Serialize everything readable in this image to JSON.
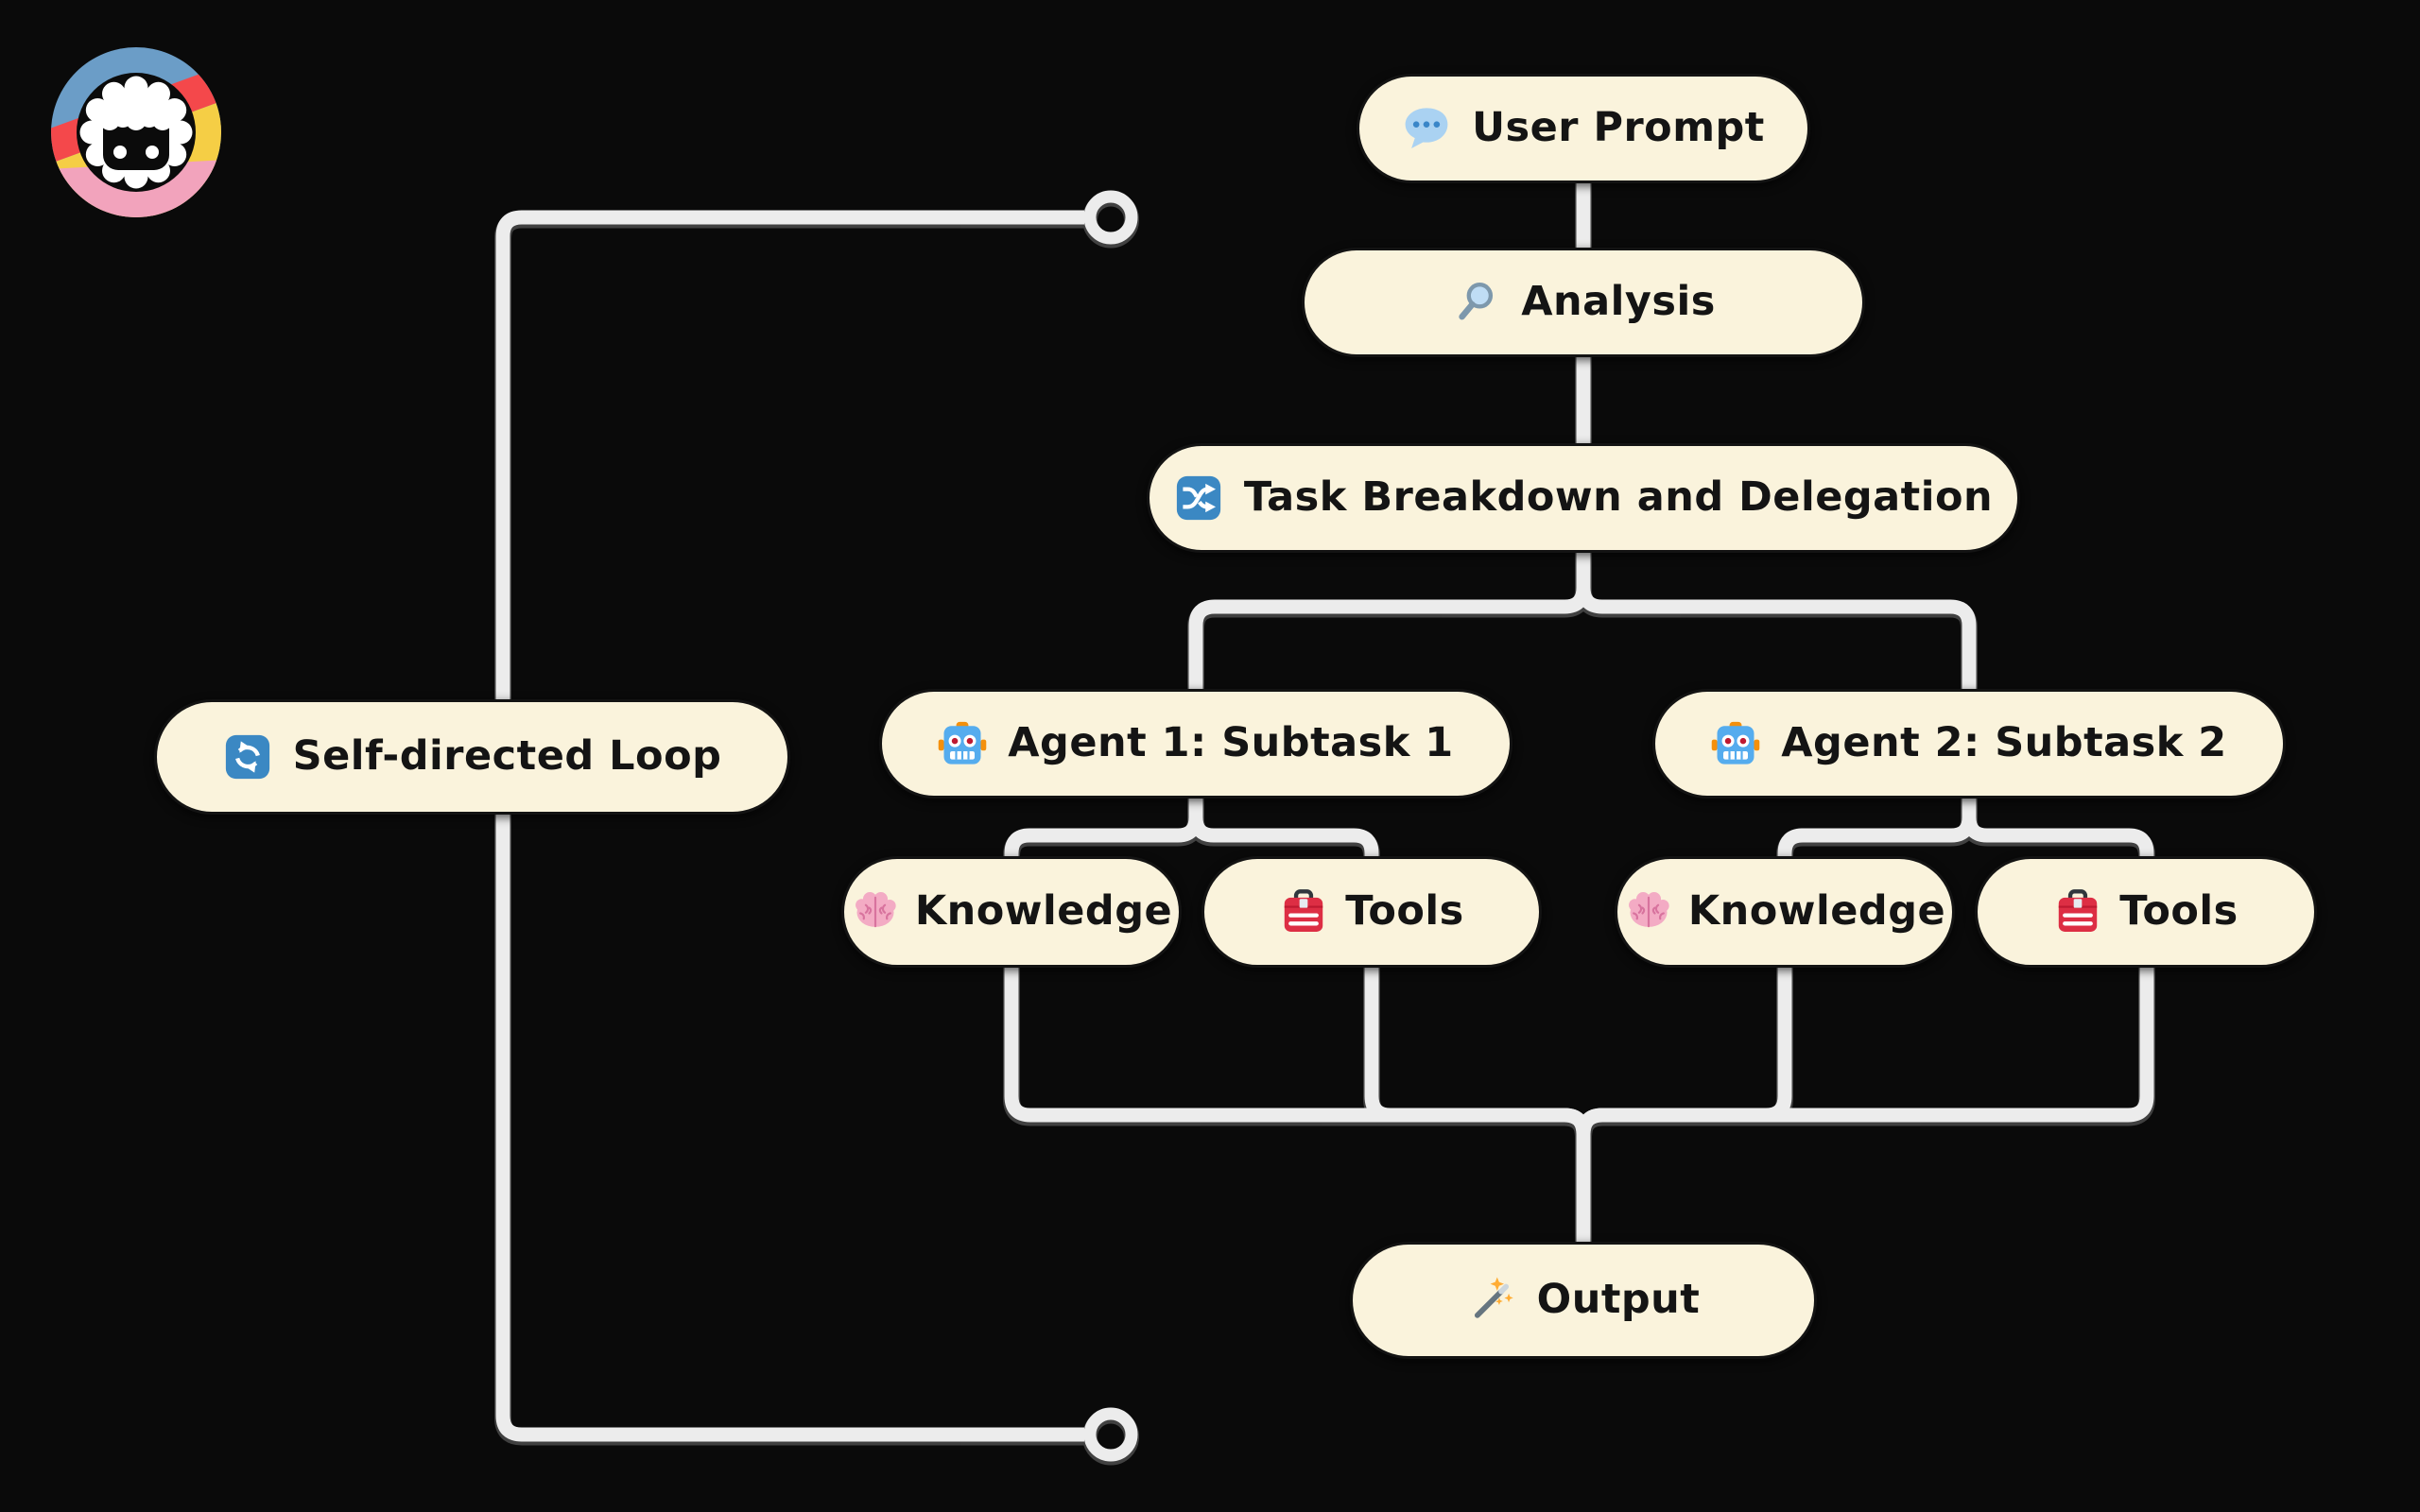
{
  "background_color": "#0A0A0A",
  "logo": {
    "name": "eraser-sheep-logo",
    "colors": {
      "blue": "#6B9DC7",
      "red": "#F4484B",
      "yellow": "#F5CE45",
      "pink": "#F2A3BC",
      "wool": "#FFFFFF",
      "face": "#0B0B0B"
    }
  },
  "nodes": {
    "user_prompt": {
      "label": "User Prompt",
      "icon": "speech-balloon"
    },
    "analysis": {
      "label": "Analysis",
      "icon": "magnifying-glass"
    },
    "task_breakdown": {
      "label": "Task Breakdown and Delegation",
      "icon": "shuffle-arrows"
    },
    "agent1": {
      "label": "Agent 1: Subtask 1",
      "icon": "robot"
    },
    "agent2": {
      "label": "Agent 2: Subtask 2",
      "icon": "robot"
    },
    "knowledge1": {
      "label": "Knowledge",
      "icon": "brain"
    },
    "tools1": {
      "label": "Tools",
      "icon": "toolbox"
    },
    "knowledge2": {
      "label": "Knowledge",
      "icon": "brain"
    },
    "tools2": {
      "label": "Tools",
      "icon": "toolbox"
    },
    "self_loop": {
      "label": "Self-directed Loop",
      "icon": "refresh-arrows"
    },
    "output": {
      "label": "Output",
      "icon": "magic-wand"
    }
  },
  "edges": [
    {
      "from": "user_prompt",
      "to": "analysis"
    },
    {
      "from": "analysis",
      "to": "task_breakdown"
    },
    {
      "from": "task_breakdown",
      "to": "agent1"
    },
    {
      "from": "task_breakdown",
      "to": "agent2"
    },
    {
      "from": "agent1",
      "to": "knowledge1"
    },
    {
      "from": "agent1",
      "to": "tools1"
    },
    {
      "from": "agent2",
      "to": "knowledge2"
    },
    {
      "from": "agent2",
      "to": "tools2"
    },
    {
      "from": "knowledge1",
      "to": "output"
    },
    {
      "from": "tools1",
      "to": "output"
    },
    {
      "from": "knowledge2",
      "to": "output"
    },
    {
      "from": "tools2",
      "to": "output"
    },
    {
      "type": "loop-rail",
      "through": "self_loop",
      "endpoints": "dot terminal top-right, dot terminal bottom-right"
    }
  ],
  "colors": {
    "node_fill": "#FAF3DC",
    "node_border": "#131313",
    "node_text": "#141414",
    "connector": "#ECECEC"
  }
}
